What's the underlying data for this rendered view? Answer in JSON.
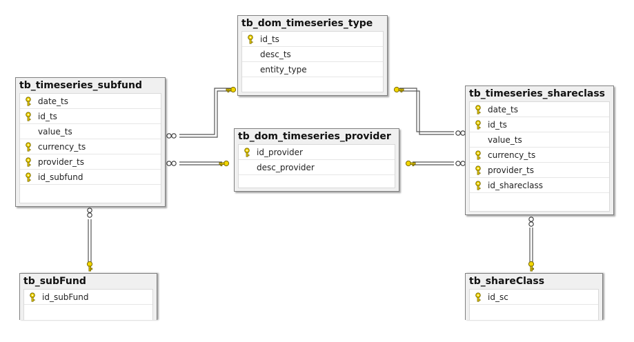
{
  "tables": {
    "type": {
      "name": "tb_dom_timeseries_type",
      "columns": [
        {
          "name": "id_ts",
          "key": true
        },
        {
          "name": "desc_ts",
          "key": false
        },
        {
          "name": "entity_type",
          "key": false
        }
      ]
    },
    "subfund_ts": {
      "name": "tb_timeseries_subfund",
      "columns": [
        {
          "name": "date_ts",
          "key": true
        },
        {
          "name": "id_ts",
          "key": true
        },
        {
          "name": "value_ts",
          "key": false
        },
        {
          "name": "currency_ts",
          "key": true
        },
        {
          "name": "provider_ts",
          "key": true
        },
        {
          "name": "id_subfund",
          "key": true
        }
      ]
    },
    "provider": {
      "name": "tb_dom_timeseries_provider",
      "columns": [
        {
          "name": "id_provider",
          "key": true
        },
        {
          "name": "desc_provider",
          "key": false
        }
      ]
    },
    "shareclass_ts": {
      "name": "tb_timeseries_shareclass",
      "columns": [
        {
          "name": "date_ts",
          "key": true
        },
        {
          "name": "id_ts",
          "key": true
        },
        {
          "name": "value_ts",
          "key": false
        },
        {
          "name": "currency_ts",
          "key": true
        },
        {
          "name": "provider_ts",
          "key": true
        },
        {
          "name": "id_shareclass",
          "key": true
        }
      ]
    },
    "subfund": {
      "name": "tb_subFund",
      "columns": [
        {
          "name": "id_subFund",
          "key": true
        }
      ]
    },
    "shareclass": {
      "name": "tb_shareClass",
      "columns": [
        {
          "name": "id_sc",
          "key": true
        }
      ]
    }
  },
  "colors": {
    "key_fill": "#f2d600",
    "key_outline": "#7a6a00",
    "line": "#555555"
  }
}
